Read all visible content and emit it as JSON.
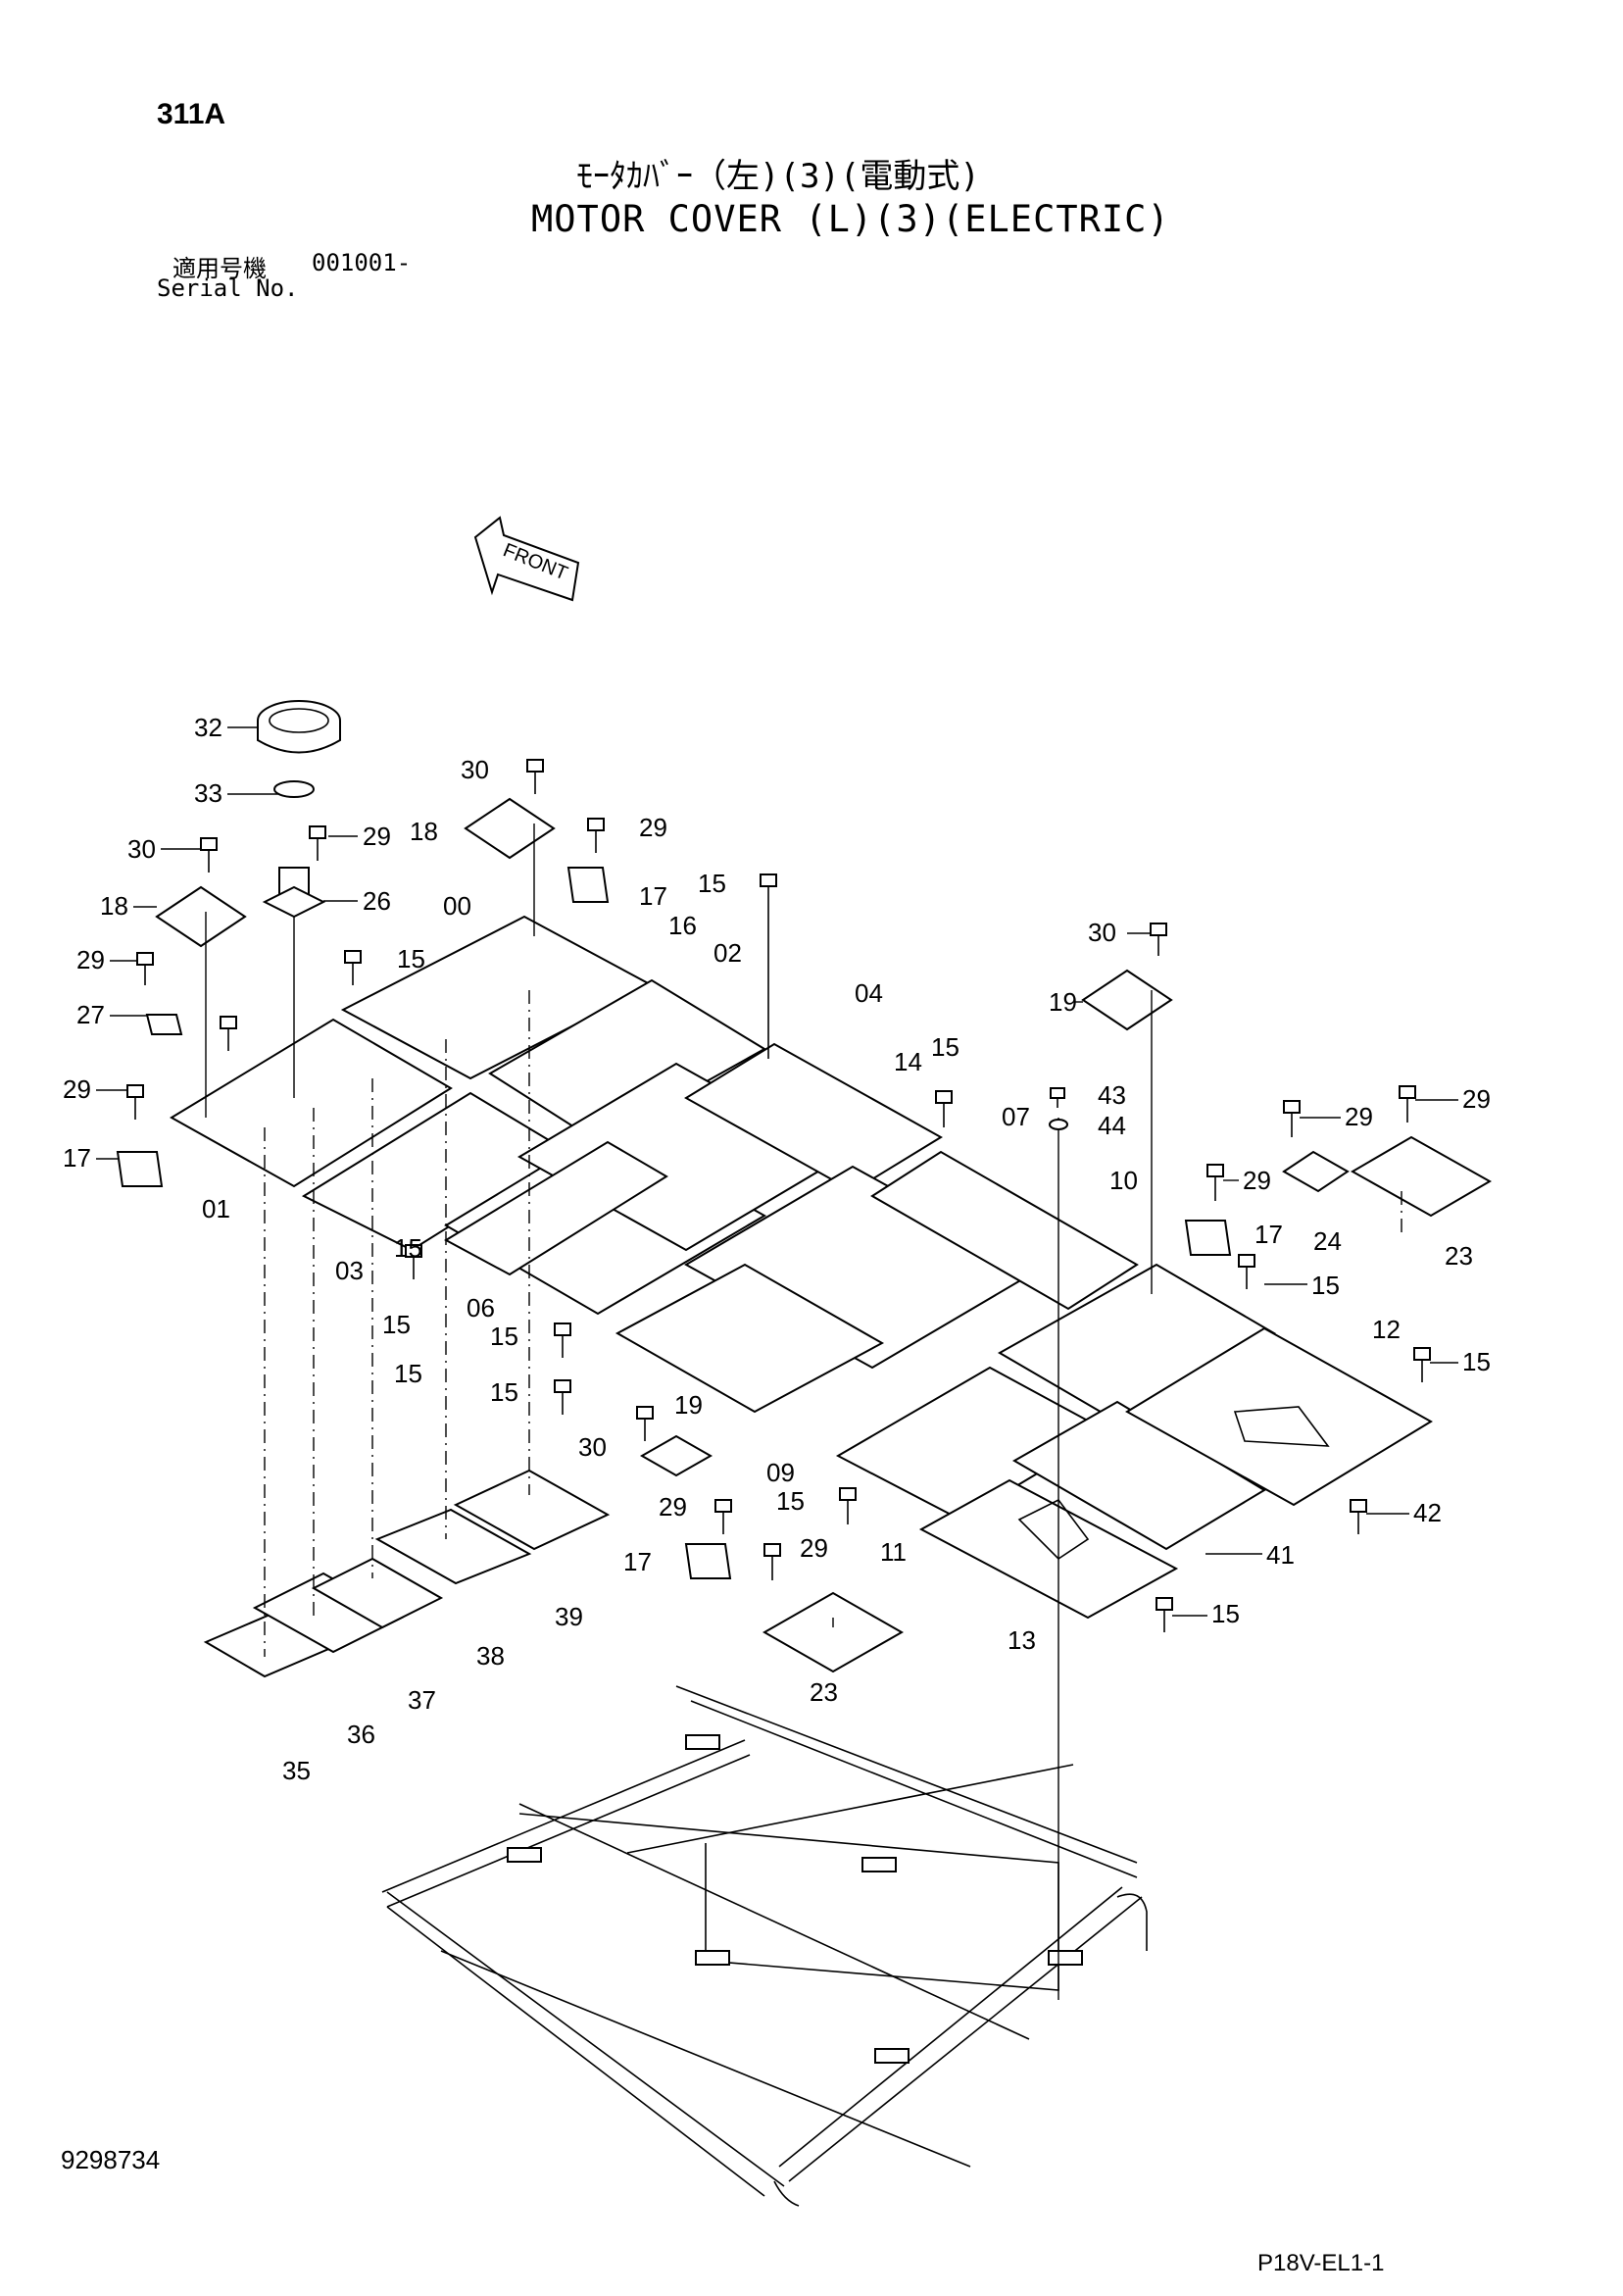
{
  "header": {
    "page_code": "311A",
    "title_jp": "ﾓｰﾀｶﾊﾞｰ（左)(3)(電動式)",
    "title_en": "MOTOR COVER (L)(3)(ELECTRIC)",
    "serial_label_jp": "適用号機",
    "serial_value": "001001-",
    "serial_label_en": "Serial No."
  },
  "front_arrow_label": "FRONT",
  "footer": {
    "doc_number": "9298734",
    "sheet_code": "P18V-EL1-1"
  },
  "callouts": [
    "32",
    "33",
    "30",
    "29",
    "26",
    "18",
    "29",
    "27",
    "29",
    "17",
    "01",
    "30",
    "18",
    "29",
    "17",
    "15",
    "00",
    "16",
    "02",
    "15",
    "04",
    "14",
    "15",
    "03",
    "15",
    "06",
    "15",
    "15",
    "30",
    "19",
    "09",
    "29",
    "15",
    "17",
    "29",
    "11",
    "23",
    "35",
    "36",
    "37",
    "38",
    "39",
    "30",
    "19",
    "43",
    "44",
    "07",
    "10",
    "29",
    "17",
    "15",
    "29",
    "29",
    "24",
    "23",
    "12",
    "15",
    "42",
    "41",
    "15",
    "13",
    "15",
    "15"
  ]
}
